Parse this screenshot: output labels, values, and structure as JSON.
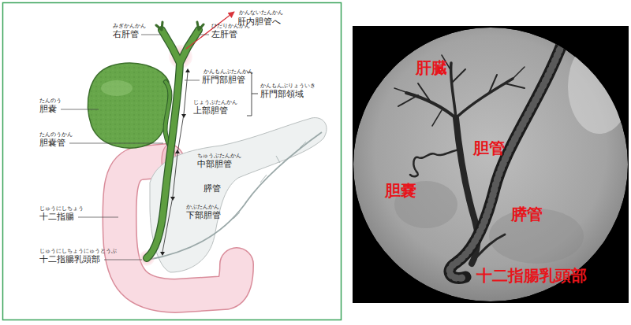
{
  "diagram": {
    "labels": [
      "かんないたんかん",
      "肝内胆管へ",
      "みぎかんかん",
      "右肝管",
      "ひだりかんかん",
      "左肝管",
      "かんもんぶたんかん",
      "肝門部胆管",
      "かんもんぶりょういき",
      "肝門部領域",
      "じょうぶたんかん",
      "上部胆管",
      "たんのう",
      "胆嚢",
      "たんのうかん",
      "胆嚢管",
      "ちゅうぶたんかん",
      "中部胆管",
      "膵管",
      "じゅうにしちょう",
      "十二指腸",
      "かぶたんかん",
      "下部胆管",
      "じゅうにしちょうにゅうとうぶ",
      "十二指腸乳頭部",
      "肝臓",
      "胆管",
      "胆嚢",
      "膵管",
      "十二指腸乳頭部"
    ]
  }
}
